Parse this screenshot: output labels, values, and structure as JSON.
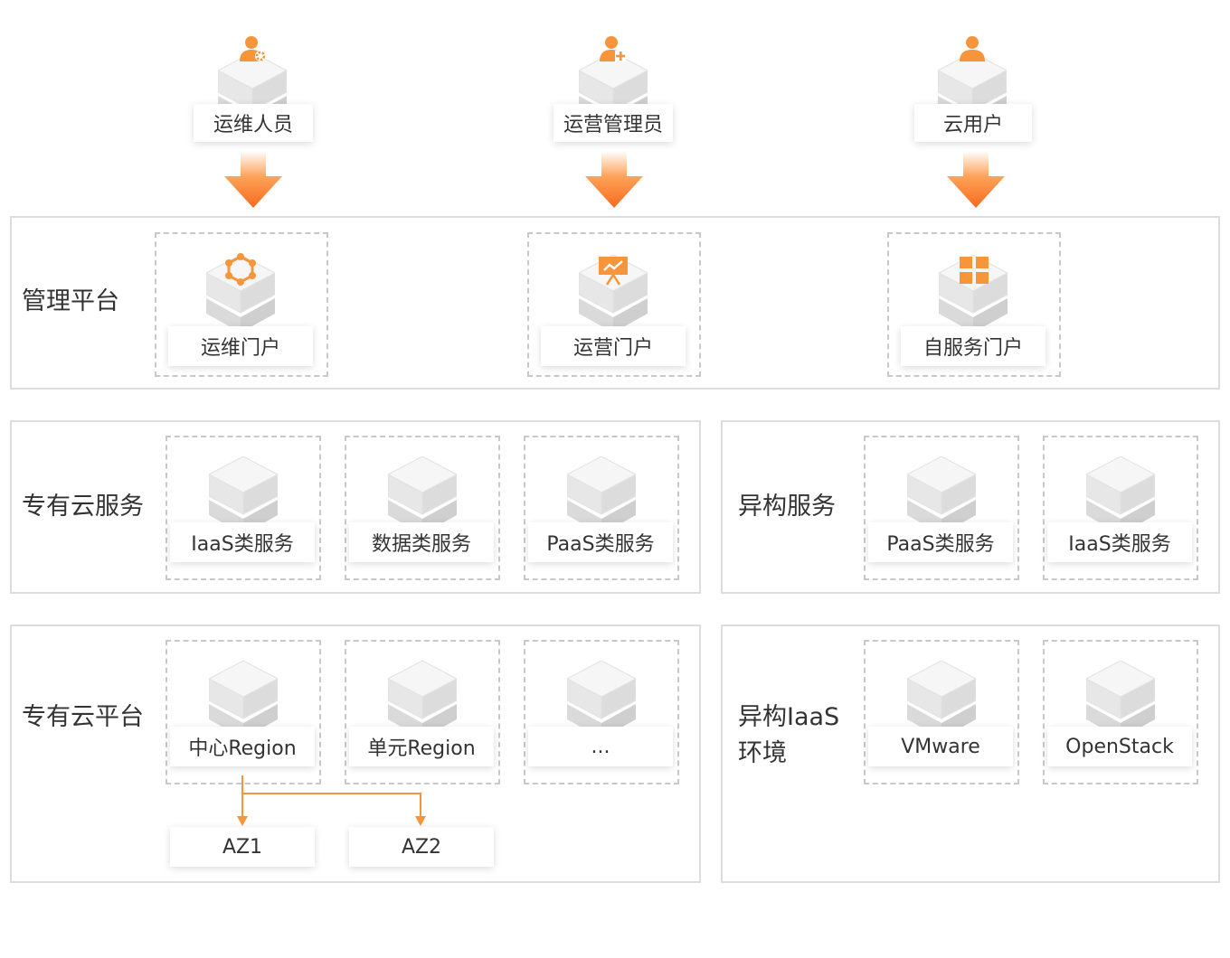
{
  "roles": [
    {
      "label": "运维人员",
      "icon": "user-gear-icon"
    },
    {
      "label": "运营管理员",
      "icon": "user-plus-icon"
    },
    {
      "label": "云用户",
      "icon": "user-icon"
    }
  ],
  "management": {
    "title": "管理平台",
    "portals": [
      {
        "label": "运维门户",
        "icon": "network-nodes-icon"
      },
      {
        "label": "运营门户",
        "icon": "presentation-chart-icon"
      },
      {
        "label": "自服务门户",
        "icon": "grid-apps-icon"
      }
    ]
  },
  "private_cloud_services": {
    "title": "专有云服务",
    "items": [
      "IaaS类服务",
      "数据类服务",
      "PaaS类服务"
    ]
  },
  "heterogeneous_services": {
    "title": "异构服务",
    "items": [
      "PaaS类服务",
      "IaaS类服务"
    ]
  },
  "private_cloud_platform": {
    "title": "专有云平台",
    "items": [
      "中心Region",
      "单元Region",
      "..."
    ],
    "zones": [
      "AZ1",
      "AZ2"
    ]
  },
  "heterogeneous_iaas": {
    "title_line1": "异构IaaS",
    "title_line2": "环境",
    "items": [
      "VMware",
      "OpenStack"
    ]
  },
  "colors": {
    "accent": "#f7953b",
    "border": "#dddddd",
    "dash": "#c8c8c8"
  }
}
